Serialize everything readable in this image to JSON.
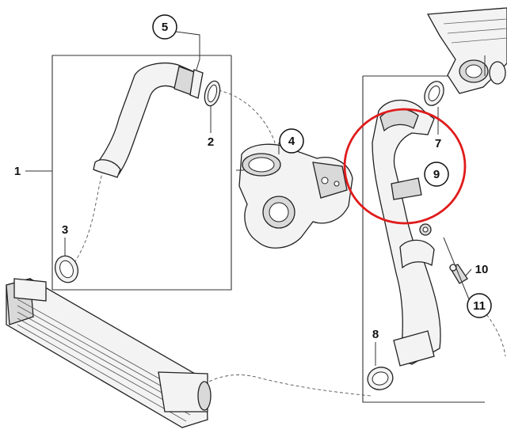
{
  "callouts": {
    "c1": "1",
    "c2": "2",
    "c3": "3",
    "c4": "4",
    "c5": "5",
    "c7": "7",
    "c8": "8",
    "c9": "9",
    "c10": "10",
    "c11": "11"
  },
  "colors": {
    "highlight_circle": "#e01b1b",
    "line": "#222222",
    "part_fill": "#f3f3f3"
  }
}
